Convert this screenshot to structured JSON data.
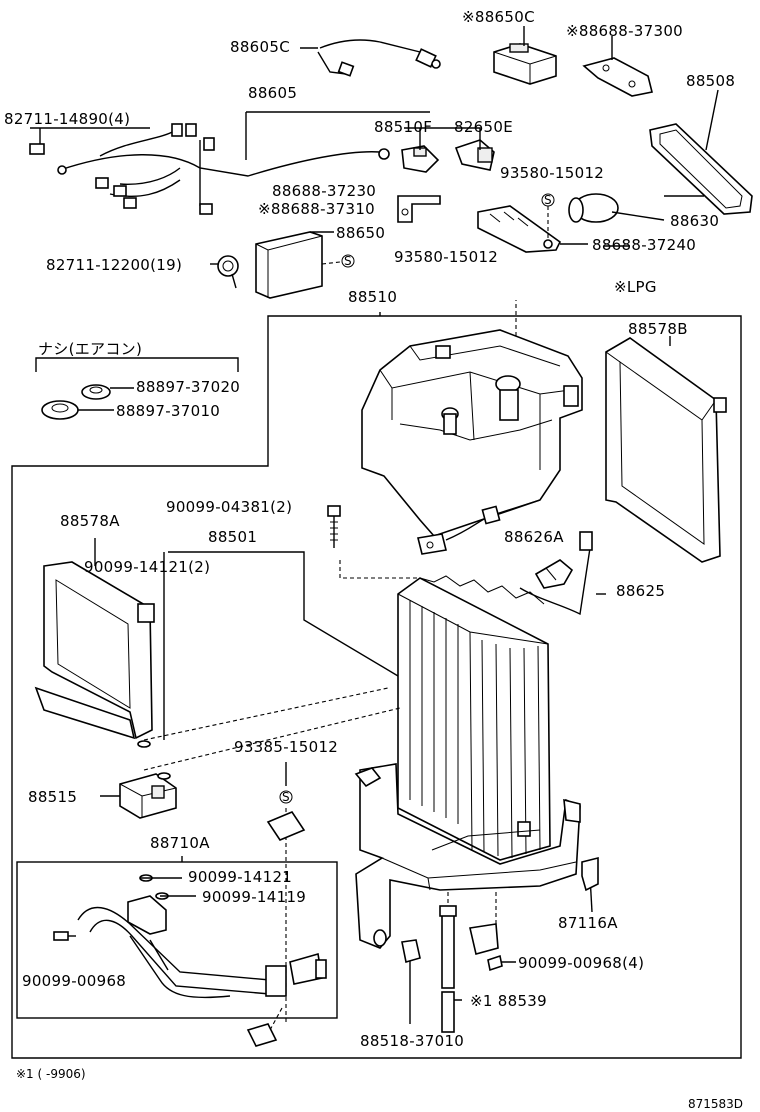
{
  "labels": {
    "p88605C": "88605C",
    "p88650C": "※88650C",
    "p88688_37300": "※88688-37300",
    "p88508": "88508",
    "p88605": "88605",
    "p82711_14890": "82711-14890(4)",
    "p88510F": "88510F",
    "p82650E": "82650E",
    "p93580_15012a": "93580-15012",
    "p88688_37230": "88688-37230",
    "p88688_37310": "※88688-37310",
    "p88630": "88630",
    "p88650": "88650",
    "p88688_37240": "88688-37240",
    "p82711_12200": "82711-12200(19)",
    "p93580_15012b": "93580-15012",
    "p88510": "88510",
    "lpg": "※LPG",
    "nashi": "ナシ(エアコン)",
    "p88578B": "88578B",
    "p88897_37020": "88897-37020",
    "p88897_37010": "88897-37010",
    "p90099_04381": "90099-04381(2)",
    "p88578A": "88578A",
    "p88501": "88501",
    "p88626A": "88626A",
    "p90099_14121a": "90099-14121(2)",
    "p88625": "88625",
    "p93385_15012": "93385-15012",
    "p88515": "88515",
    "p88710A": "88710A",
    "p90099_14121b": "90099-14121",
    "p90099_14119": "90099-14119",
    "p87116A": "87116A",
    "p90099_00968a": "90099-00968",
    "p90099_00968b": "90099-00968(4)",
    "p88539": "※1 88539",
    "p88518_37010": "88518-37010",
    "footnote": "※1 (    -9906)",
    "code": "871583D",
    "s": "S"
  }
}
